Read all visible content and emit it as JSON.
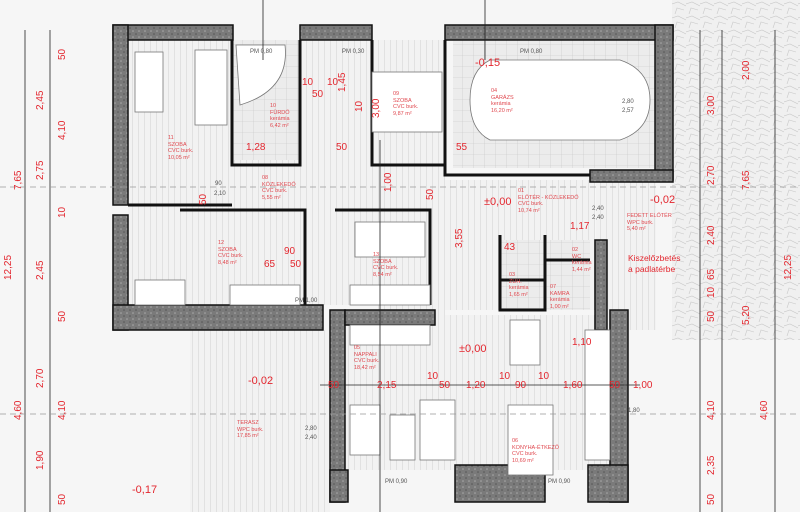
{
  "rooms": [
    {
      "num": "11",
      "name": "SZOBA",
      "floor": "CVC burk.",
      "area": "10,05 m²"
    },
    {
      "num": "10",
      "name": "FÜRDŐ",
      "floor": "kerámia",
      "area": "6,42 m²"
    },
    {
      "num": "09",
      "name": "SZOBA",
      "floor": "CVC burk.",
      "area": "9,87 m²"
    },
    {
      "num": "04",
      "name": "GARÁZS",
      "floor": "kerámia",
      "area": "16,20 m²"
    },
    {
      "num": "08",
      "name": "KÖZLEKEDŐ",
      "floor": "CVC burk.",
      "area": "5,55 m²"
    },
    {
      "num": "01",
      "name": "ELŐTÉR - KÖZLEKEDŐ",
      "floor": "CVC burk.",
      "area": "10,74 m²"
    },
    {
      "num": "12",
      "name": "SZOBA",
      "floor": "CVC burk.",
      "area": "8,48 m²"
    },
    {
      "num": "13",
      "name": "SZOBA",
      "floor": "CVC burk.",
      "area": "8,54 m²"
    },
    {
      "num": "03",
      "name": "ZUH.",
      "floor": "kerámia",
      "area": "1,65 m²"
    },
    {
      "num": "02",
      "name": "WC",
      "floor": "kerámia",
      "area": "1,44 m²"
    },
    {
      "num": "07",
      "name": "KAMRA",
      "floor": "kerámia",
      "area": "1,00 m²"
    },
    {
      "num": "",
      "name": "FEDETT ELŐTÉR",
      "floor": "WPC burk.",
      "area": "5,40 m²"
    },
    {
      "num": "05",
      "name": "NAPPALI",
      "floor": "CVC burk.",
      "area": "18,42 m²"
    },
    {
      "num": "06",
      "name": "KONYHA-ÉTKEZŐ",
      "floor": "CVC burk.",
      "area": "10,69 m²"
    },
    {
      "num": "",
      "name": "TERASZ",
      "floor": "WPC burk.",
      "area": "17,85 m²"
    }
  ],
  "levels": {
    "garage": "-0,15",
    "entry": "±0,00",
    "covered": "-0,02",
    "living": "±0,00",
    "terrace": "-0,02",
    "outside": "-0,17"
  },
  "note": {
    "line1": "Kiszelőzbetés",
    "line2": "a padlatérbe"
  },
  "windows": {
    "pm80a": "PM 0,80",
    "pm30": "PM 0,30",
    "pm80b": "PM 0,80",
    "pm100": "PM 1,00",
    "pm90a": "PM 0,90",
    "pm90b": "PM 0,90"
  },
  "dims_left": [
    "50",
    "2,45",
    "4,10",
    "2,75",
    "10",
    "2,45",
    "50",
    "2,70",
    "4,10",
    "1,90",
    "50"
  ],
  "dims_left_outer": [
    "7,65",
    "12,25",
    "4,60"
  ],
  "dims_right": [
    "2,00",
    "3,00",
    "2,70",
    "2,40",
    "5,20",
    "65",
    "10",
    "50",
    "4,10",
    "2,35",
    "50"
  ],
  "dims_right_outer": [
    "7,65",
    "12,25",
    "4,60"
  ],
  "dims_bottom": [
    "50",
    "2,15",
    "10",
    "50",
    "1,20",
    "10",
    "90",
    "10",
    "1,60",
    "50",
    "1,00"
  ],
  "dims_inner": [
    "10",
    "10",
    "50",
    "1,45",
    "10",
    "3,00",
    "1,28",
    "50",
    "55",
    "1,00",
    "50",
    "50",
    "90",
    "65",
    "50",
    "3,55",
    "43",
    "1,17",
    "1,10",
    "10",
    "10",
    "10"
  ],
  "door_sizes": [
    "90",
    "2,10",
    "2,80",
    "2,57",
    "2,40",
    "2,40",
    "2,80",
    "2,40",
    "1,80"
  ]
}
